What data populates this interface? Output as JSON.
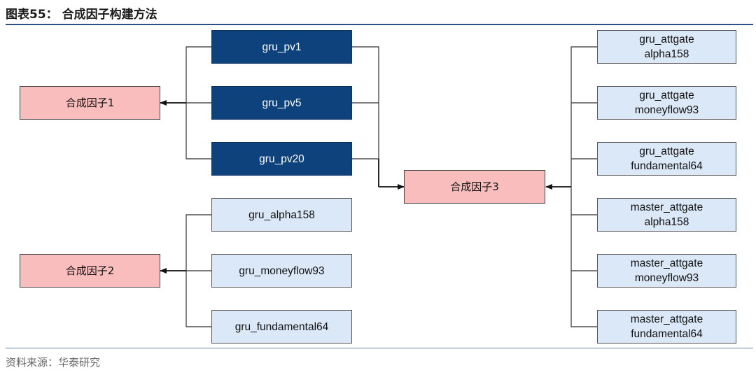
{
  "title": "图表55： 合成因子构建方法",
  "source": "资料来源：华泰研究",
  "synthetic": {
    "f1": "合成因子1",
    "f2": "合成因子2",
    "f3": "合成因子3"
  },
  "group1": [
    "gru_pv1",
    "gru_pv5",
    "gru_pv20"
  ],
  "group2": [
    "gru_alpha158",
    "gru_moneyflow93",
    "gru_fundamental64"
  ],
  "group3": [
    "gru_attgate\nalpha158",
    "gru_attgate\nmoneyflow93",
    "gru_attgate\nfundamental64",
    "master_attgate\nalpha158",
    "master_attgate\nmoneyflow93",
    "master_attgate\nfundamental64"
  ],
  "colors": {
    "dark_box": "#0d427c",
    "light_box": "#dbe8f7",
    "pink_box": "#f9bdbd"
  }
}
